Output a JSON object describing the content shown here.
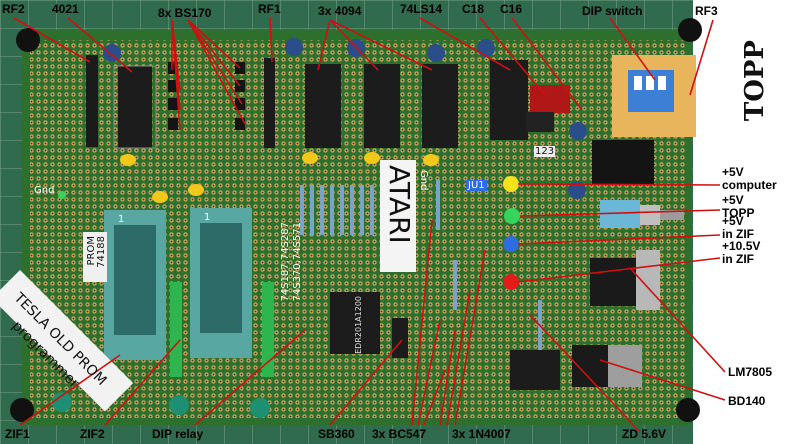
{
  "labels": {
    "rf2": "RF2",
    "ic4021": "4021",
    "bs170": "8x BS170",
    "rf1": "RF1",
    "ic4094": "3x 4094",
    "ic74ls14": "74LS14",
    "c18": "C18",
    "c16": "C16",
    "dip_switch": "DIP switch",
    "rf3": "RF3",
    "v5_computer": "+5V\ncomputer",
    "v5_topp": "+5V\nTOPP",
    "v5_zif": "+5V\nin ZIF",
    "v105_zif": "+10.5V\nin ZIF",
    "lm7805": "LM7805",
    "bd140": "BD140",
    "zd": "ZD 5.6V",
    "n1n4007": "3x 1N4007",
    "bc547": "3x BC547",
    "sb360": "SB360",
    "dip_relay": "DIP relay",
    "zif2": "ZIF2",
    "zif1": "ZIF1"
  },
  "board_text": {
    "topp": "TOPP",
    "atari": "ATARI",
    "gnd1": "Gnd",
    "gnd2": "Gnd",
    "prom": "PROM",
    "prom_part": "74188",
    "eprom_list": "74S187,74S287",
    "eprom_list2": "74S370,74S571",
    "tesla": "TESLA OLD PROM",
    "programmer": "programmer",
    "ju1": "JU1",
    "zif_num1": "1",
    "zif_num2": "1",
    "cap_label": "123",
    "relay_text": "EDR201A1200"
  }
}
